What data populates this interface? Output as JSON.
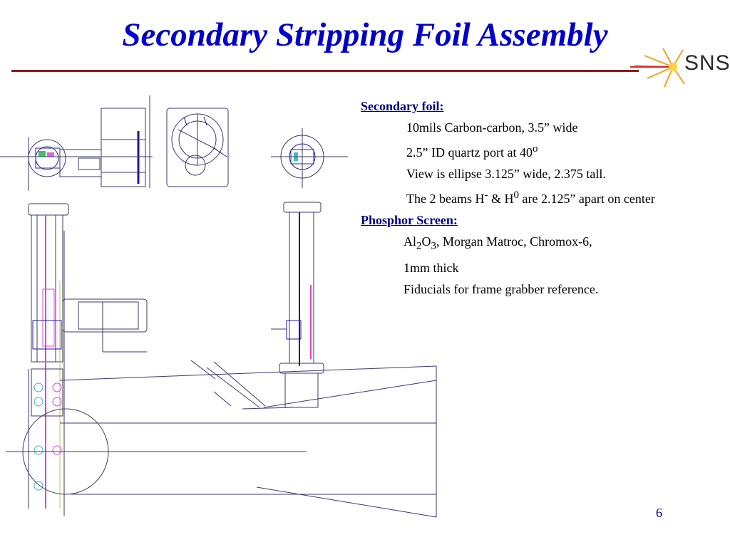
{
  "slide": {
    "title": "Secondary Stripping Foil Assembly",
    "page_number": "6"
  },
  "logo": {
    "text": "SNS",
    "icon": "sns-starburst-logo"
  },
  "notes": {
    "secondary_foil": {
      "heading": "Secondary foil:",
      "line1": "10mils Carbon-carbon, 3.5” wide",
      "line2_text": "2.5” ID quartz port at 40",
      "line2_sup": "o",
      "line3": "View is ellipse 3.125” wide, 2.375 tall.",
      "line4_a": "The 2 beams H",
      "line4_sup1": "-",
      "line4_b": " & H",
      "line4_sup2": "0",
      "line4_c": " are 2.125” apart on center"
    },
    "phosphor_screen": {
      "heading": "Phosphor Screen:",
      "line1_a": "Al",
      "line1_sub1": "2",
      "line1_b": "O",
      "line1_sub2": "3",
      "line1_c": ", Morgan Matroc, Chromox-6,",
      "line2": "1mm thick",
      "line3": "Fiducials for frame grabber reference."
    }
  },
  "colors": {
    "title": "#0000cc",
    "rule": "#8b1a1a",
    "heading": "#000080",
    "drawing_line": "#3a3a6a"
  }
}
